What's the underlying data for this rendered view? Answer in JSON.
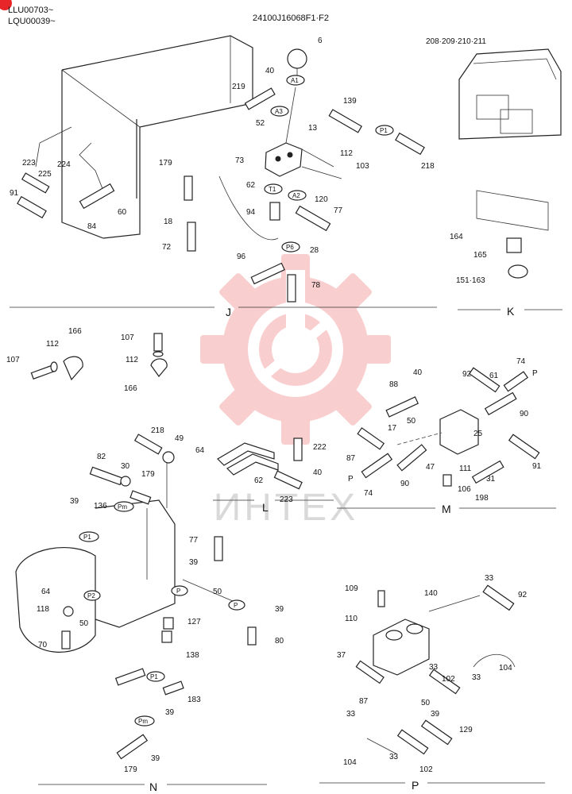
{
  "header": {
    "serial_line_1": "LLU00703~",
    "serial_line_2": "LQU00039~",
    "drawing_code": "24100J16068F1·F2"
  },
  "watermark": {
    "text": "ИНТЕХ",
    "color": "#e8262a"
  },
  "sections": {
    "J": {
      "label": "J",
      "parts": [
        "6",
        "40",
        "219",
        "52",
        "139",
        "13",
        "73",
        "112",
        "103",
        "218",
        "179",
        "62",
        "120",
        "77",
        "18",
        "94",
        "72",
        "96",
        "28",
        "78",
        "223",
        "224",
        "225",
        "91",
        "60",
        "84"
      ],
      "tags": [
        "A1",
        "A3",
        "P1",
        "A2",
        "T1",
        "P6"
      ]
    },
    "K": {
      "label": "K",
      "parts": [
        "208·209·210·211",
        "164",
        "165",
        "151·163"
      ]
    },
    "bracket": {
      "parts": [
        "166",
        "112",
        "107"
      ]
    },
    "L": {
      "label": "L",
      "parts": [
        "222",
        "40",
        "62",
        "223"
      ]
    },
    "M": {
      "label": "M",
      "parts": [
        "40",
        "92",
        "61",
        "74",
        "88",
        "90",
        "50",
        "17",
        "25",
        "87",
        "47",
        "111",
        "31",
        "91",
        "74",
        "90",
        "106",
        "198",
        "P",
        "P"
      ]
    },
    "N": {
      "label": "N",
      "parts": [
        "218",
        "49",
        "64",
        "82",
        "30",
        "179",
        "39",
        "136",
        "77",
        "39",
        "50",
        "64",
        "118",
        "50",
        "70",
        "127",
        "39",
        "80",
        "138",
        "183",
        "39",
        "179",
        "39"
      ],
      "tags": [
        "Pm",
        "P1",
        "P2",
        "P",
        "P",
        "P1",
        "Pm"
      ]
    },
    "P": {
      "label": "P",
      "parts": [
        "109",
        "140",
        "33",
        "92",
        "110",
        "37",
        "33",
        "104",
        "33",
        "102",
        "87",
        "50",
        "33",
        "39",
        "129",
        "104",
        "33",
        "102"
      ]
    }
  }
}
